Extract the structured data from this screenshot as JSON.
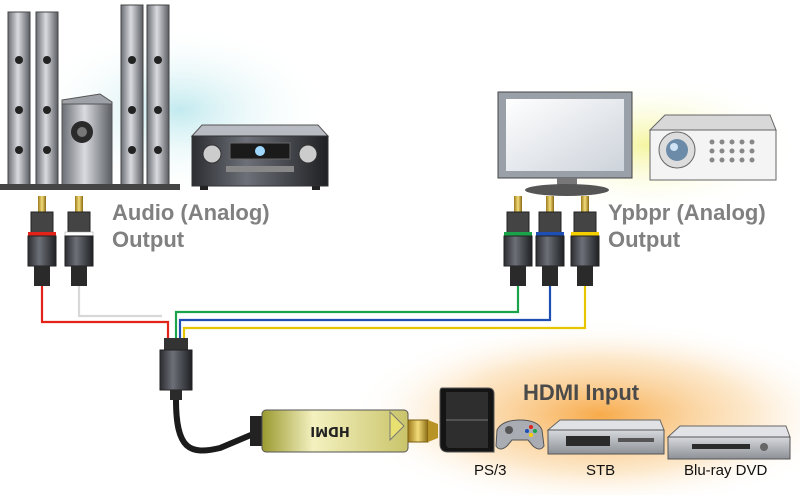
{
  "labels": {
    "audio_line1": "Audio (Analog)",
    "audio_line2": "Output",
    "ypbpr_line1": "Ypbpr (Analog)",
    "ypbpr_line2": "Output",
    "hdmi_input": "HDMI Input",
    "ps3": "PS/3",
    "stb": "STB",
    "bluray": "Blu-ray DVD",
    "adapter_logo": "HDMI"
  },
  "colors": {
    "audio_left": "#e2231a",
    "audio_right": "#ffffff",
    "y": "#1aa34a",
    "pb": "#1f4fb3",
    "pr": "#f5d000",
    "gray_text": "#808080"
  }
}
